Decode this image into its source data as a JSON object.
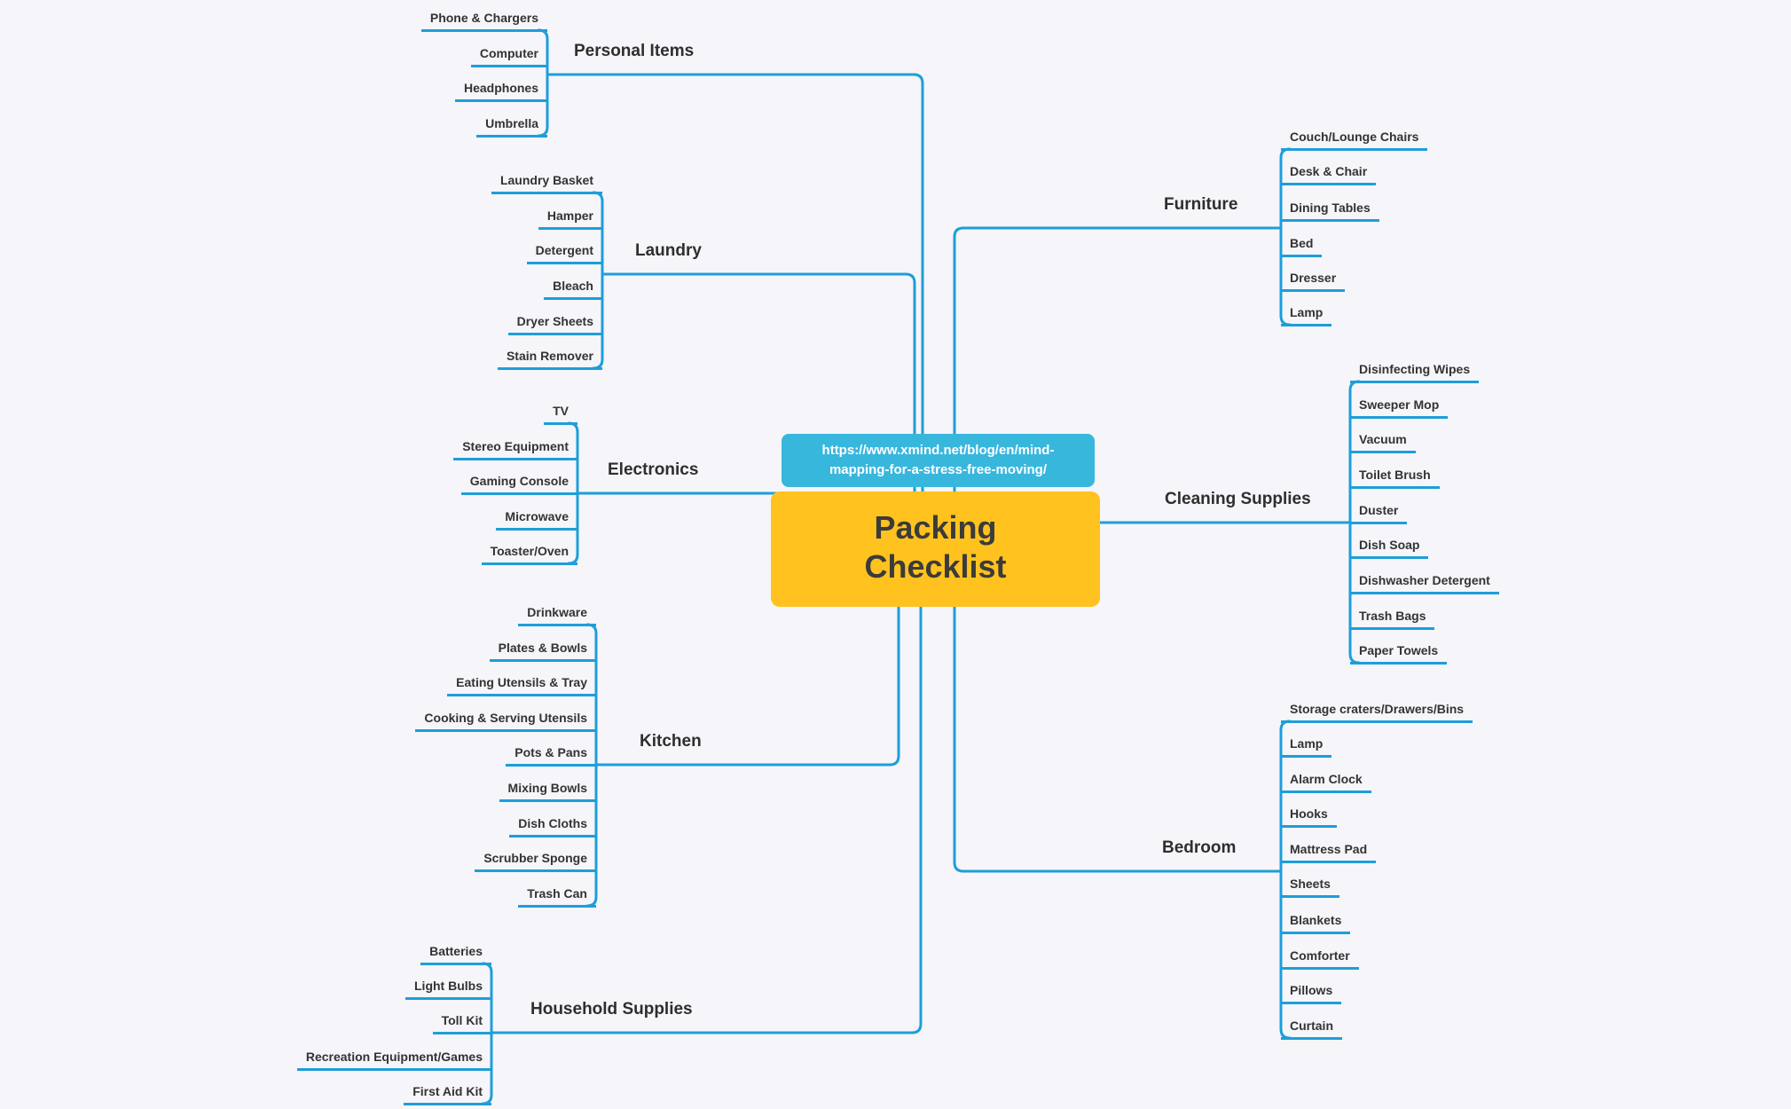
{
  "canvas": {
    "background": "#F5F5FA",
    "line_color": "#1E9ED9",
    "accent_yellow": "#FFC21E",
    "accent_blue": "#38B7DD",
    "text_color": "#333333"
  },
  "center": {
    "title_line1": "Packing",
    "title_line2": "Checklist",
    "url": "https://www.xmind.net/blog/en/mind-mapping-for-a-stress-free-moving/"
  },
  "branches": {
    "personal": {
      "label": "Personal Items",
      "items": [
        "Phone & Chargers",
        "Computer",
        "Headphones",
        "Umbrella"
      ]
    },
    "laundry": {
      "label": "Laundry",
      "items": [
        "Laundry Basket",
        "Hamper",
        "Detergent",
        "Bleach",
        "Dryer Sheets",
        "Stain Remover"
      ]
    },
    "electronics": {
      "label": "Electronics",
      "items": [
        "TV",
        "Stereo Equipment",
        "Gaming Console",
        "Microwave",
        "Toaster/Oven"
      ]
    },
    "kitchen": {
      "label": "Kitchen",
      "items": [
        "Drinkware",
        "Plates & Bowls",
        "Eating Utensils & Tray",
        "Cooking & Serving Utensils",
        "Pots & Pans",
        "Mixing Bowls",
        "Dish Cloths",
        "Scrubber Sponge",
        "Trash Can"
      ]
    },
    "household": {
      "label": "Household Supplies",
      "items": [
        "Batteries",
        "Light Bulbs",
        "Toll Kit",
        "Recreation Equipment/Games",
        "First Aid Kit"
      ]
    },
    "furniture": {
      "label": "Furniture",
      "items": [
        "Couch/Lounge Chairs",
        "Desk & Chair",
        "Dining Tables",
        "Bed",
        "Dresser",
        "Lamp"
      ]
    },
    "cleaning": {
      "label": "Cleaning Supplies",
      "items": [
        "Disinfecting Wipes",
        "Sweeper Mop",
        "Vacuum",
        "Toilet Brush",
        "Duster",
        "Dish Soap",
        "Dishwasher Detergent",
        "Trash Bags",
        "Paper Towels"
      ]
    },
    "bedroom": {
      "label": "Bedroom",
      "items": [
        "Storage craters/Drawers/Bins",
        "Lamp",
        "Alarm Clock",
        "Hooks",
        "Mattress Pad",
        "Sheets",
        "Blankets",
        "Comforter",
        "Pillows",
        "Curtain"
      ]
    }
  }
}
